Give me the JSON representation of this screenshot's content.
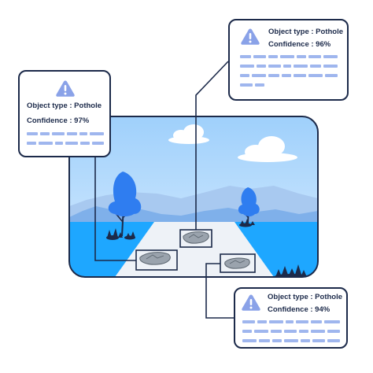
{
  "palette": {
    "outline": "#1c2a4a",
    "sky_top": "#a9d4fb",
    "sky_bottom": "#d9ecff",
    "mountain_far": "#a8c9f0",
    "mountain_near": "#7fb0ea",
    "ground": "#1ea7ff",
    "road": "#eef2f7",
    "tree": "#2f7df0",
    "warning_fill": "#8aa2e8",
    "text_placeholder": "#9fb6ee"
  },
  "detections": [
    {
      "object_type": "Object type : Pothole",
      "confidence": "Confidence : 97%",
      "icon": "warning-triangle-icon"
    },
    {
      "object_type": "Object type : Pothole",
      "confidence": "Confidence : 96%",
      "icon": "warning-triangle-icon"
    },
    {
      "object_type": "Object type : Pothole",
      "confidence": "Confidence : 94%",
      "icon": "warning-triangle-icon"
    }
  ]
}
